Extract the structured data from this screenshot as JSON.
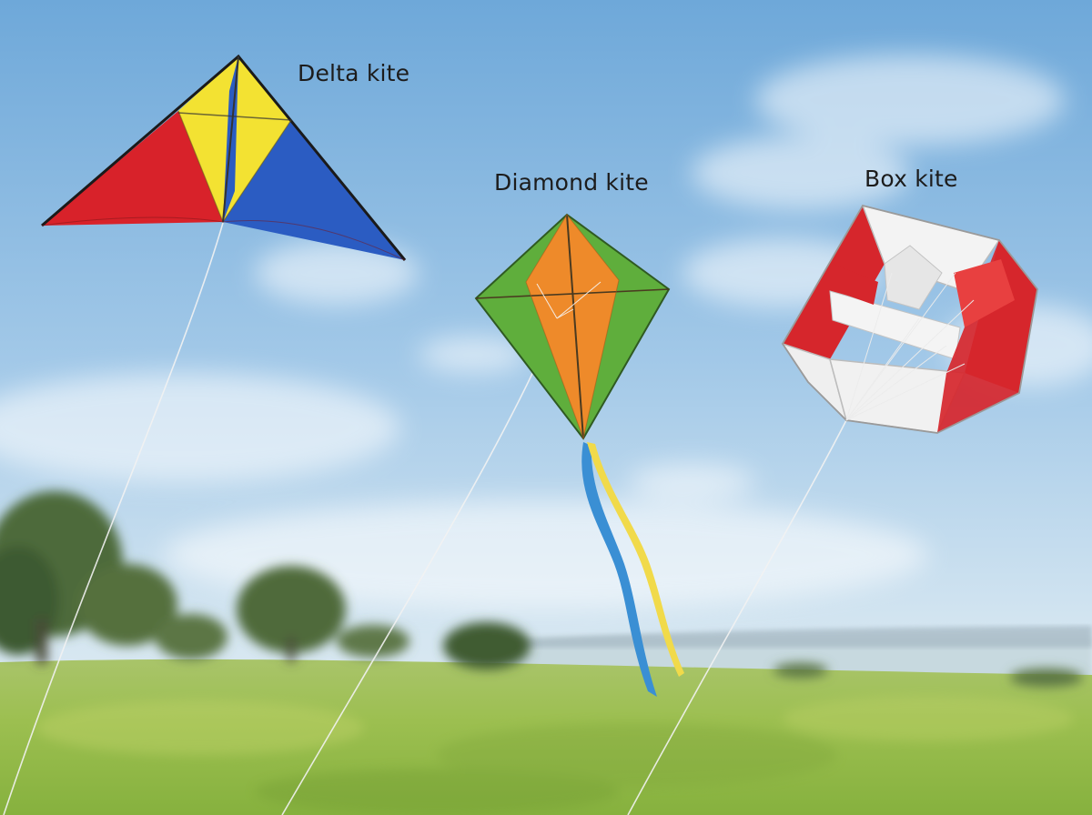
{
  "labels": {
    "delta": "Delta kite",
    "diamond": "Diamond kite",
    "box": "Box kite"
  },
  "colors": {
    "sky_top": "#6fa9da",
    "sky_bottom": "#d6e8f2",
    "grass": "#9fbf55",
    "kite_red": "#d8222a",
    "kite_yellow": "#f3e232",
    "kite_blue": "#2b5cc2",
    "kite_green": "#5fae3c",
    "kite_orange": "#ee8a2a",
    "tail_blue": "#3a8fd4",
    "tail_yellow": "#f1da4a",
    "box_white": "#f3f3f3",
    "box_red": "#d6262c"
  },
  "icons": [
    "delta-kite",
    "diamond-kite",
    "box-kite",
    "trees",
    "kite-string"
  ]
}
